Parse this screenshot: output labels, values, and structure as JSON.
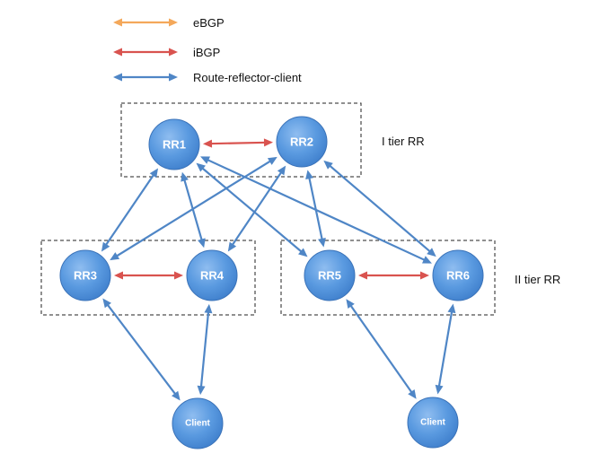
{
  "legend": [
    {
      "id": "ebgp",
      "label": "eBGP",
      "color": "#f4a85a"
    },
    {
      "id": "ibgp",
      "label": "iBGP",
      "color": "#d9534f"
    },
    {
      "id": "rrc",
      "label": "Route-reflector-client",
      "color": "#4f86c6"
    }
  ],
  "tiers": {
    "tier1": "I tier RR",
    "tier2": "II tier RR"
  },
  "nodes": {
    "rr1": "RR1",
    "rr2": "RR2",
    "rr3": "RR3",
    "rr4": "RR4",
    "rr5": "RR5",
    "rr6": "RR6",
    "client1": "Client",
    "client2": "Client"
  },
  "links": [
    {
      "from": "rr1",
      "to": "rr2",
      "type": "ibgp"
    },
    {
      "from": "rr3",
      "to": "rr4",
      "type": "ibgp"
    },
    {
      "from": "rr5",
      "to": "rr6",
      "type": "ibgp"
    },
    {
      "from": "rr1",
      "to": "rr3",
      "type": "rrc"
    },
    {
      "from": "rr1",
      "to": "rr4",
      "type": "rrc"
    },
    {
      "from": "rr1",
      "to": "rr5",
      "type": "rrc"
    },
    {
      "from": "rr1",
      "to": "rr6",
      "type": "rrc"
    },
    {
      "from": "rr2",
      "to": "rr3",
      "type": "rrc"
    },
    {
      "from": "rr2",
      "to": "rr4",
      "type": "rrc"
    },
    {
      "from": "rr2",
      "to": "rr5",
      "type": "rrc"
    },
    {
      "from": "rr2",
      "to": "rr6",
      "type": "rrc"
    },
    {
      "from": "rr3",
      "to": "client1",
      "type": "rrc"
    },
    {
      "from": "rr4",
      "to": "client1",
      "type": "rrc"
    },
    {
      "from": "rr5",
      "to": "client2",
      "type": "rrc"
    },
    {
      "from": "rr6",
      "to": "client2",
      "type": "rrc"
    }
  ]
}
